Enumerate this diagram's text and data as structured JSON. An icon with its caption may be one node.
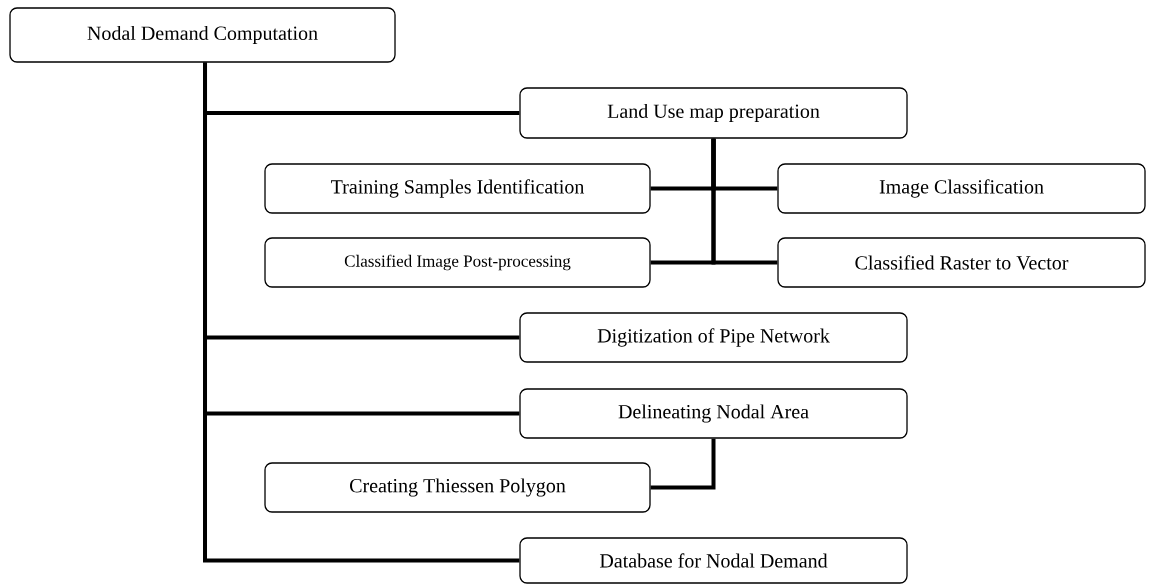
{
  "diagram": {
    "nodes": [
      {
        "text": [
          "Nodal Demand Computation"
        ]
      },
      {
        "text": [
          "Land Use map preparation"
        ]
      },
      {
        "text": [
          "Training Samples Identification"
        ]
      },
      {
        "text": [
          "Image Classification"
        ]
      },
      {
        "text": [
          "Classified Image Post-processing"
        ]
      },
      {
        "text": [
          "Classified Raster to Vector"
        ]
      },
      {
        "text": [
          "Digitization of Pipe Network"
        ]
      },
      {
        "text": [
          "Delineating Nodal Area"
        ]
      },
      {
        "text": [
          "Creating Thiessen Polygon"
        ]
      },
      {
        "text": [
          "Database for Nodal Demand"
        ]
      }
    ],
    "edges": [
      {
        "from": 0,
        "to": 1,
        "arrow": "none"
      },
      {
        "from": 1,
        "to": 2,
        "arrow": "none"
      },
      {
        "from": 1,
        "to": 3,
        "arrow": "none"
      },
      {
        "from": 1,
        "to": 4,
        "arrow": "none"
      },
      {
        "from": 1,
        "to": 5,
        "arrow": "none"
      },
      {
        "from": 0,
        "to": 6,
        "arrow": "none"
      },
      {
        "from": 0,
        "to": 7,
        "arrow": "none"
      },
      {
        "from": 7,
        "to": 8,
        "arrow": "none"
      },
      {
        "from": 0,
        "to": 9,
        "arrow": "none"
      }
    ]
  }
}
